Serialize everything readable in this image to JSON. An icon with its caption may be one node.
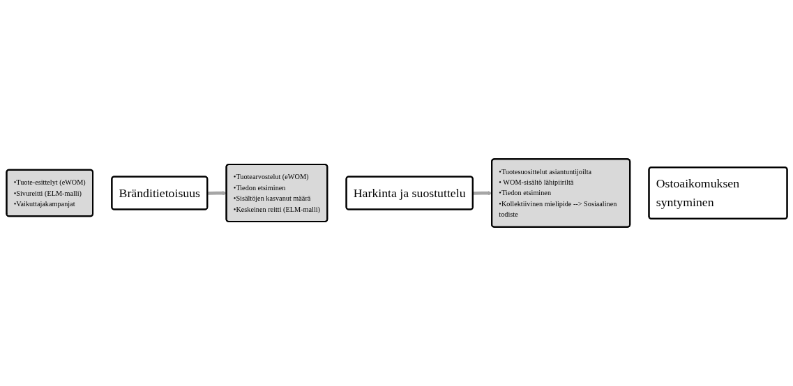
{
  "diagram": {
    "nodes": [
      {
        "text": [
          "•Tuote-esittelyt (eWOM) •Sivureitti (ELM-malli) •Vaikuttajakampanjat"
        ]
      },
      {
        "text": [
          "Bränditietoisuus"
        ]
      },
      {
        "text": [
          "Harkinta ja suostuttelu"
        ]
      },
      {
        "text": [
          "•Tuotearvostelut (eWOM) •Tiedon etsiminen •Sisältöjen kasvanut määrä •Keskeinen reitti (ELM-malli)"
        ]
      },
      {
        "text": [
          "•Tuotesuosittelut asiantuntijoilta • WOM-sisältö lähipiiriltä •Tiedon etsiminen •Kollektiivinen mielipide --> Sosiaalinen todiste"
        ]
      },
      {
        "text": [
          "Ostoaikomuksen syntyminen"
        ]
      }
    ],
    "edges": [
      {
        "from": 1,
        "to": 3,
        "arrow": "to"
      },
      {
        "from": 2,
        "to": 4,
        "arrow": "to"
      }
    ]
  }
}
